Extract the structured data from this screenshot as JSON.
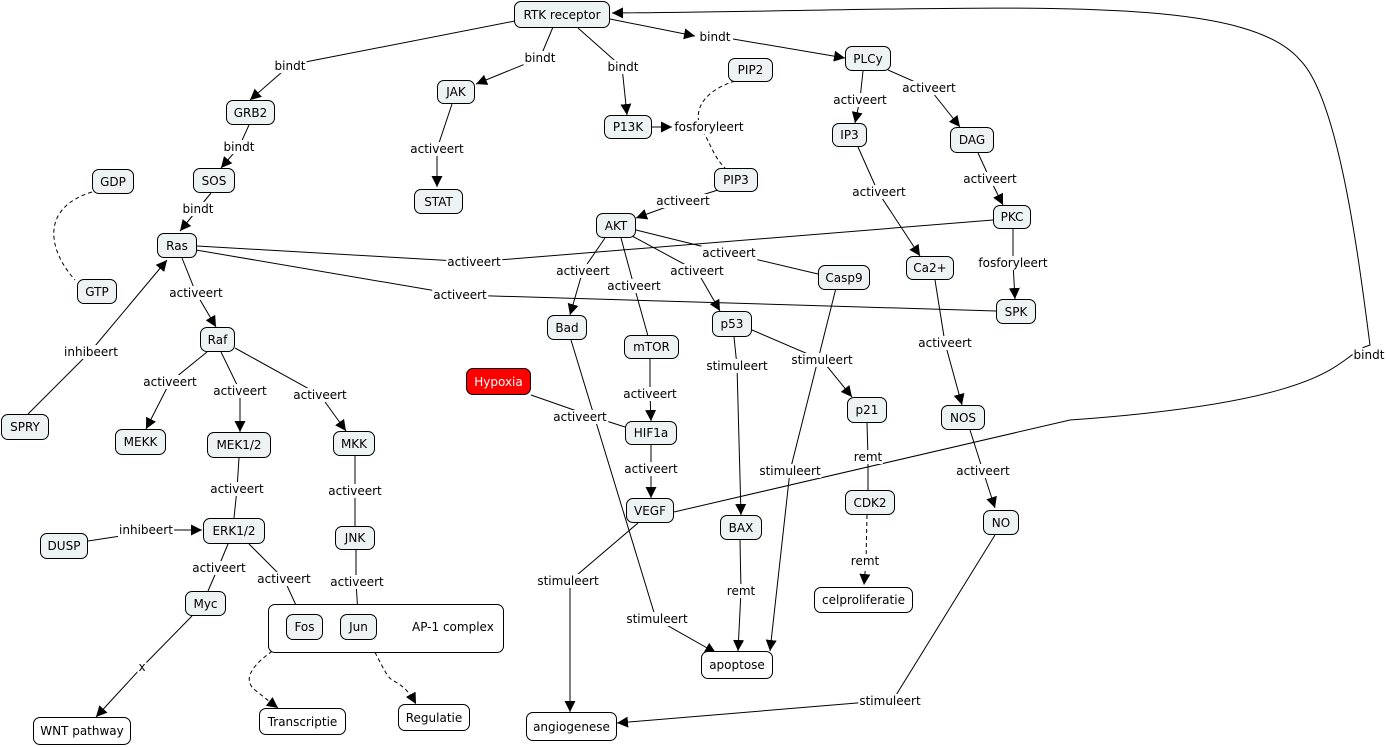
{
  "diagram": {
    "group": {
      "label": "AP-1 complex"
    },
    "nodes": {
      "rtk": "RTK receptor",
      "grb2": "GRB2",
      "jak": "JAK",
      "p13k": "P13K",
      "pip2": "PIP2",
      "plcy": "PLCy",
      "ip3": "IP3",
      "dag": "DAG",
      "sos": "SOS",
      "gdp": "GDP",
      "stat": "STAT",
      "pip3": "PIP3",
      "akt": "AKT",
      "pkc": "PKC",
      "ras": "Ras",
      "ca2": "Ca2+",
      "casp9": "Casp9",
      "gtp": "GTP",
      "spk": "SPK",
      "bad": "Bad",
      "p53": "p53",
      "raf": "Raf",
      "mtor": "mTOR",
      "hypoxia": "Hypoxia",
      "p21": "p21",
      "nos": "NOS",
      "spry": "SPRY",
      "mekk": "MEKK",
      "mek12": "MEK1/2",
      "mkk": "MKK",
      "hif1a": "HIF1a",
      "vegf": "VEGF",
      "bax": "BAX",
      "cdk2": "CDK2",
      "no": "NO",
      "erk12": "ERK1/2",
      "dusp": "DUSP",
      "jnk": "JNK",
      "myc": "Myc",
      "fos": "Fos",
      "jun": "Jun",
      "celproliferatie": "celproliferatie",
      "apoptose": "apoptose",
      "transcriptie": "Transcriptie",
      "regulatie": "Regulatie",
      "wnt": "WNT pathway",
      "angiogenese": "angiogenese"
    },
    "edge_labels": {
      "rtk_grb2": "bindt",
      "rtk_jak": "bindt",
      "rtk_p13k": "bindt",
      "rtk_plcy": "bindt",
      "vegf_rtk": "bindt",
      "grb2_sos": "bindt",
      "sos_ras": "bindt",
      "jak_stat": "activeert",
      "p13k_pip": "fosforyleert",
      "pip3_akt": "activeert",
      "plcy_ip3": "activeert",
      "plcy_dag": "activeert",
      "dag_pkc": "activeert",
      "ip3_ca2": "activeert",
      "pkc_spk": "fosforyleert",
      "pkc_ras": "activeert",
      "ras_spk": "activeert",
      "ras_raf": "activeert",
      "spry_ras": "inhibeert",
      "akt_casp9": "activeert",
      "akt_bad": "activeert",
      "akt_mtor": "activeert",
      "akt_p53": "activeert",
      "ca2_nos": "activeert",
      "raf_mekk": "activeert",
      "raf_mek12": "activeert",
      "raf_mkk": "activeert",
      "p53_bax": "stimuleert",
      "p53_p21": "stimuleert",
      "mtor_hif1a": "activeert",
      "hypoxia_hif1a": "activeert",
      "hif1a_vegf": "activeert",
      "casp9_apoptose": "stimuleert",
      "p21_cdk2": "remt",
      "nos_no": "activeert",
      "mek12_erk12": "activeert",
      "mkk_jnk": "activeert",
      "dusp_erk12": "inhibeert",
      "erk12_myc": "activeert",
      "erk12_fos": "activeert",
      "jnk_jun": "activeert",
      "vegf_angiogenese": "stimuleert",
      "bad_apoptose": "stimuleert",
      "bax_apoptose": "remt",
      "cdk2_celproliferatie": "remt",
      "no_angiogenese": "stimuleert",
      "myc_wnt": "x"
    }
  }
}
